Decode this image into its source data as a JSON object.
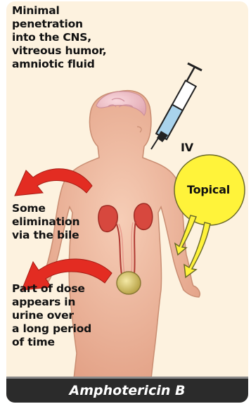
{
  "labels": {
    "cns": "Minimal\npenetration\ninto the CNS,\nvitreous humor,\namniotic fluid",
    "iv": "IV",
    "topical": "Topical",
    "bile": "Some\nelimination\nvia the bile",
    "urine": "Part of dose\nappears in\nurine over\na long period\nof time"
  },
  "footer": {
    "title": "Amphotericin B"
  },
  "colors": {
    "background": "#fdf2df",
    "body": "#eeb89e",
    "arrow_red": "#e32c22",
    "arrow_yellow": "#fff33a",
    "footer": "#2b2b2b",
    "syringe_fluid": "#a9d3ec"
  }
}
